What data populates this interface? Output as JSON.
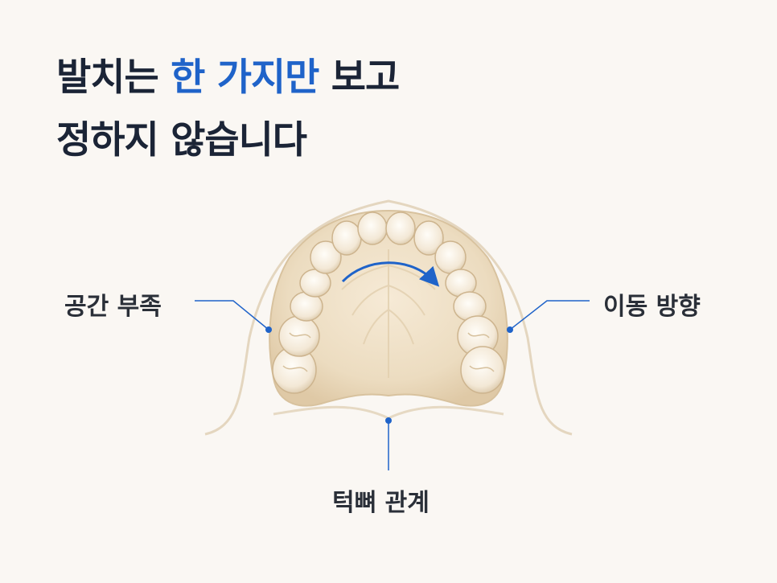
{
  "title": {
    "line1_prefix": "발치는 ",
    "line1_accent": "한 가지만",
    "line1_suffix": " 보고",
    "line2": "정하지 않습니다"
  },
  "labels": {
    "left": "공간 부족",
    "right": "이동 방향",
    "bottom": "턱뼈 관계"
  },
  "colors": {
    "accent": "#1f63c9",
    "title": "#1b2436",
    "background": "#faf7f3"
  }
}
